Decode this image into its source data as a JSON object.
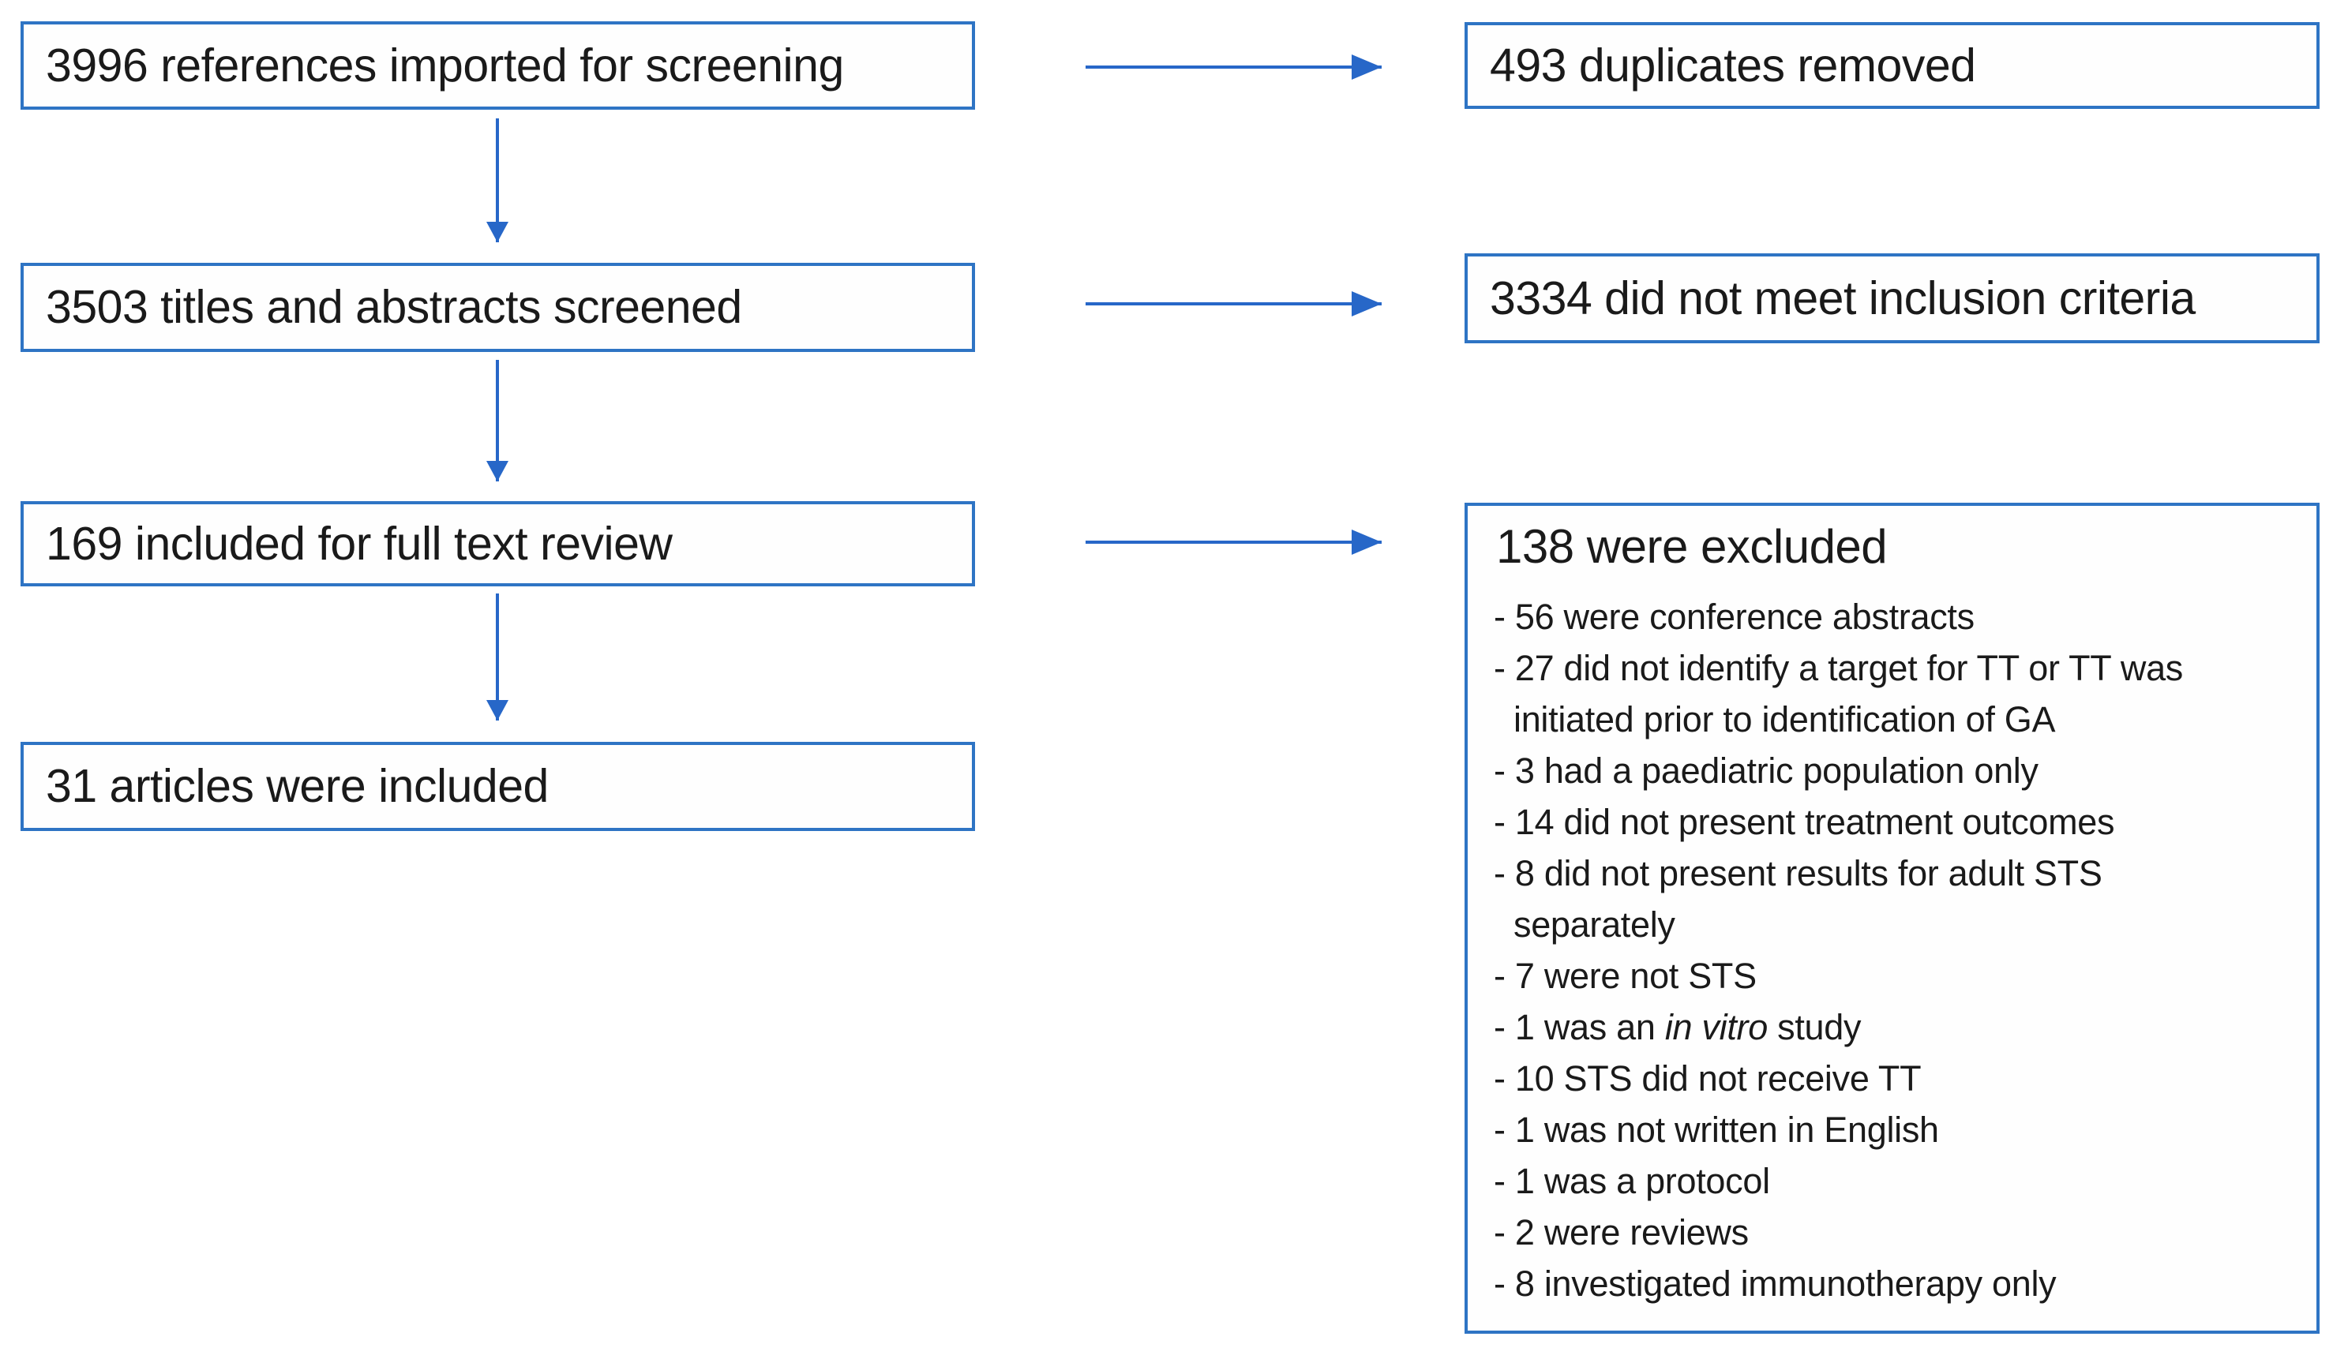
{
  "colors": {
    "box_border": "#2E74C4",
    "arrow": "#2767C8",
    "text": "#1A1A1A",
    "background": "#FFFFFF"
  },
  "flow": {
    "left_boxes": [
      {
        "label": "3996 references imported for screening"
      },
      {
        "label": "3503 titles and abstracts screened"
      },
      {
        "label": "169 included for full text review"
      },
      {
        "label": "31 articles were included"
      }
    ],
    "right_boxes": [
      {
        "label": "493 duplicates removed"
      },
      {
        "label": "3334 did not meet inclusion criteria"
      }
    ],
    "exclusion_box": {
      "title": "138 were excluded",
      "items": [
        {
          "parts": [
            {
              "text": "- 56 were conference abstracts"
            }
          ]
        },
        {
          "parts": [
            {
              "text": "- 27 did not identify a target for TT or TT was\ninitiated prior to identification of GA"
            }
          ]
        },
        {
          "parts": [
            {
              "text": "- 3 had a paediatric population only"
            }
          ]
        },
        {
          "parts": [
            {
              "text": "- 14 did not present treatment outcomes"
            }
          ]
        },
        {
          "parts": [
            {
              "text": "- 8 did not present results for adult STS\nseparately"
            }
          ]
        },
        {
          "parts": [
            {
              "text": "- 7 were not STS"
            }
          ]
        },
        {
          "parts": [
            {
              "text": "- 1 was an "
            },
            {
              "text": "in vitro",
              "italic": true
            },
            {
              "text": " study"
            }
          ]
        },
        {
          "parts": [
            {
              "text": "- 10 STS did not receive TT"
            }
          ]
        },
        {
          "parts": [
            {
              "text": "- 1 was not written in English"
            }
          ]
        },
        {
          "parts": [
            {
              "text": "- 1 was a protocol"
            }
          ]
        },
        {
          "parts": [
            {
              "text": "- 2 were reviews"
            }
          ]
        },
        {
          "parts": [
            {
              "text": "- 8 investigated immunotherapy only"
            }
          ]
        }
      ]
    }
  }
}
